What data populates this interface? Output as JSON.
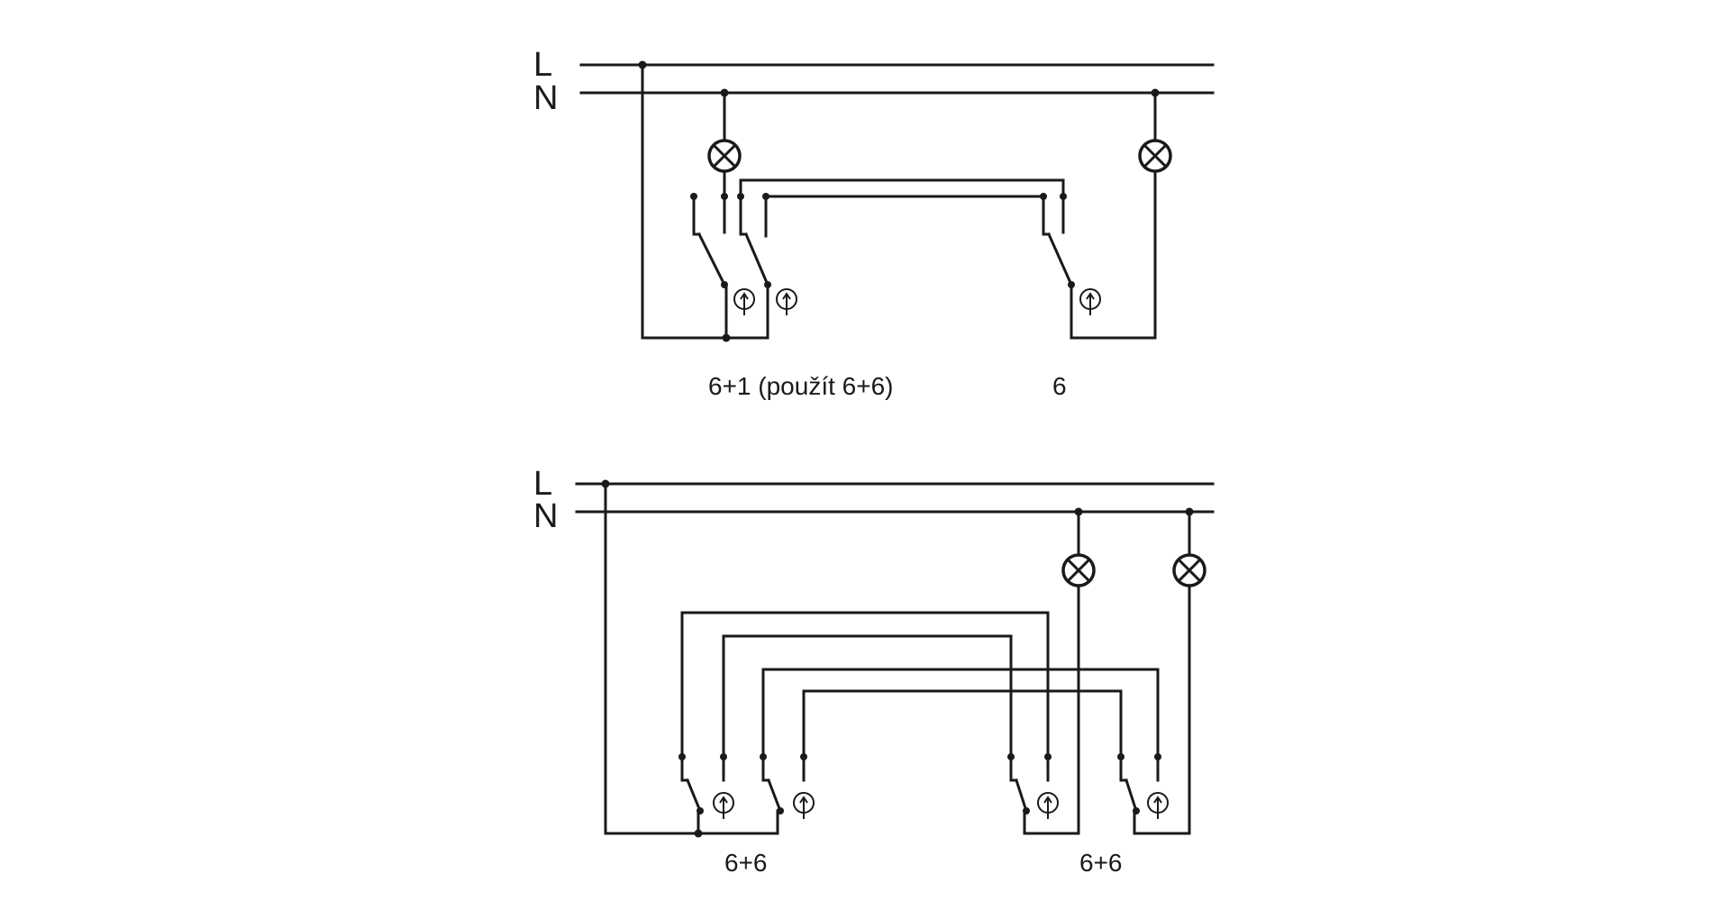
{
  "diagram_top": {
    "bus_l_label": "L",
    "bus_n_label": "N",
    "caption_left": "6+1 (použít 6+6)",
    "caption_right": "6"
  },
  "diagram_bottom": {
    "bus_l_label": "L",
    "bus_n_label": "N",
    "caption_left": "6+6",
    "caption_right": "6+6"
  },
  "colors": {
    "line": "#1a1a1a",
    "background": "#ffffff"
  }
}
